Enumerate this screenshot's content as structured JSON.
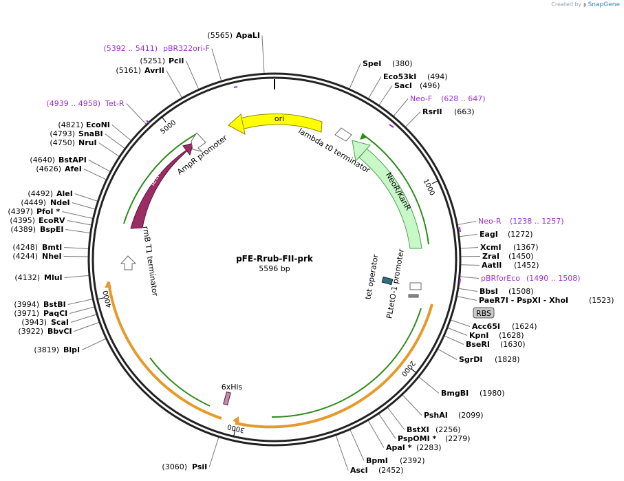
{
  "created_by": {
    "prefix": "Created by",
    "brand": "SnapGene"
  },
  "plasmid": {
    "name": "pFE-Rrub-FII-prk",
    "length_label": "5596 bp",
    "length": 5596
  },
  "ticks": [
    {
      "pos": 1000,
      "label": "1000"
    },
    {
      "pos": 2000,
      "label": "2000"
    },
    {
      "pos": 3000,
      "label": "3000"
    },
    {
      "pos": 4000,
      "label": "4000"
    },
    {
      "pos": 5000,
      "label": "5000"
    }
  ],
  "sites": [
    {
      "name": "ApaLI",
      "pos": "(5565)",
      "bp": 5565
    },
    {
      "name": "SpeI",
      "pos": "(380)",
      "bp": 380
    },
    {
      "name": "Eco53kI",
      "pos": "(494)",
      "bp": 494
    },
    {
      "name": "SacI",
      "pos": "(496)",
      "bp": 496
    },
    {
      "name": "RsrII",
      "pos": "(663)",
      "bp": 663
    },
    {
      "name": "EagI",
      "pos": "(1272)",
      "bp": 1272
    },
    {
      "name": "XcmI",
      "pos": "(1367)",
      "bp": 1367
    },
    {
      "name": "ZraI",
      "pos": "(1450)",
      "bp": 1450
    },
    {
      "name": "AatII",
      "pos": "(1452)",
      "bp": 1452
    },
    {
      "name": "BbsI",
      "pos": "(1508)",
      "bp": 1508
    },
    {
      "name": "PaeR7I - PspXI - XhoI",
      "pos": "(1523)",
      "bp": 1523
    },
    {
      "name": "Acc65I",
      "pos": "(1624)",
      "bp": 1624
    },
    {
      "name": "KpnI",
      "pos": "(1628)",
      "bp": 1628
    },
    {
      "name": "BseRI",
      "pos": "(1630)",
      "bp": 1630
    },
    {
      "name": "SgrDI",
      "pos": "(1828)",
      "bp": 1828
    },
    {
      "name": "BmgBI",
      "pos": "(1980)",
      "bp": 1980
    },
    {
      "name": "PshAI",
      "pos": "(2099)",
      "bp": 2099
    },
    {
      "name": "BstXI",
      "pos": "(2256)",
      "bp": 2256
    },
    {
      "name": "PspOMI *",
      "pos": "(2279)",
      "bp": 2279
    },
    {
      "name": "ApaI *",
      "pos": "(2283)",
      "bp": 2283
    },
    {
      "name": "BpmI",
      "pos": "(2392)",
      "bp": 2392
    },
    {
      "name": "AscI",
      "pos": "(2452)",
      "bp": 2452
    },
    {
      "name": "PsiI",
      "pos": "(3060)",
      "bp": 3060
    },
    {
      "name": "BlpI",
      "pos": "(3819)",
      "bp": 3819
    },
    {
      "name": "BbvCI",
      "pos": "(3922)",
      "bp": 3922
    },
    {
      "name": "ScaI",
      "pos": "(3943)",
      "bp": 3943
    },
    {
      "name": "PaqCI",
      "pos": "(3971)",
      "bp": 3971
    },
    {
      "name": "BstBI",
      "pos": "(3994)",
      "bp": 3994
    },
    {
      "name": "MluI",
      "pos": "(4132)",
      "bp": 4132
    },
    {
      "name": "NheI",
      "pos": "(4244)",
      "bp": 4244
    },
    {
      "name": "BmtI",
      "pos": "(4248)",
      "bp": 4248
    },
    {
      "name": "BspEI",
      "pos": "(4389)",
      "bp": 4389
    },
    {
      "name": "EcoRV",
      "pos": "(4395)",
      "bp": 4395
    },
    {
      "name": "PfoI *",
      "pos": "(4397)",
      "bp": 4397
    },
    {
      "name": "NdeI",
      "pos": "(4449)",
      "bp": 4449
    },
    {
      "name": "AleI",
      "pos": "(4492)",
      "bp": 4492
    },
    {
      "name": "AfeI",
      "pos": "(4626)",
      "bp": 4626
    },
    {
      "name": "BstAPI",
      "pos": "(4640)",
      "bp": 4640
    },
    {
      "name": "NruI",
      "pos": "(4750)",
      "bp": 4750
    },
    {
      "name": "SnaBI",
      "pos": "(4793)",
      "bp": 4793
    },
    {
      "name": "EcoNI",
      "pos": "(4821)",
      "bp": 4821
    },
    {
      "name": "AvrII",
      "pos": "(5161)",
      "bp": 5161
    },
    {
      "name": "PciI",
      "pos": "(5251)",
      "bp": 5251
    }
  ],
  "primers": [
    {
      "name": "pBR322ori-F",
      "range": "(5392 .. 5411)",
      "bp": 5400
    },
    {
      "name": "Tet-R",
      "range": "(4939 .. 4958)",
      "bp": 4948
    },
    {
      "name": "Neo-F",
      "range": "(628 .. 647)",
      "bp": 637
    },
    {
      "name": "Neo-R",
      "range": "(1238 .. 1257)",
      "bp": 1247
    },
    {
      "name": "pBRforEco",
      "range": "(1490 .. 1508)",
      "bp": 1499
    }
  ],
  "features": [
    {
      "name": "ori",
      "color": "#ffff00",
      "stroke": "#8a8a00"
    },
    {
      "name": "NeoR/KanR",
      "color": "#c8f7c8",
      "stroke": "#4aa04a"
    },
    {
      "name": "TetR",
      "color": "#9b2d65",
      "stroke": "#5a1038"
    },
    {
      "name": "6xHis",
      "color": "#c08ca8",
      "stroke": "#5a1038"
    },
    {
      "name": "RBS",
      "color": "#c8c8c8",
      "stroke": "#555555"
    }
  ],
  "feature_labels": {
    "ampr_promoter": "AmpR promoter",
    "lambda_terminator": "lambda t0 terminator",
    "rrnb_terminator": "rrnB T1 terminator",
    "tet_operator": "tet operator",
    "pltet_promoter": "PLtetO-1 promoter"
  },
  "colors": {
    "orf_green": "#2c8a1a",
    "orf_orange": "#e59a2a",
    "orf_fill_orange": "#f7ddb0",
    "orf_fill_green": "#d6ecc4"
  }
}
